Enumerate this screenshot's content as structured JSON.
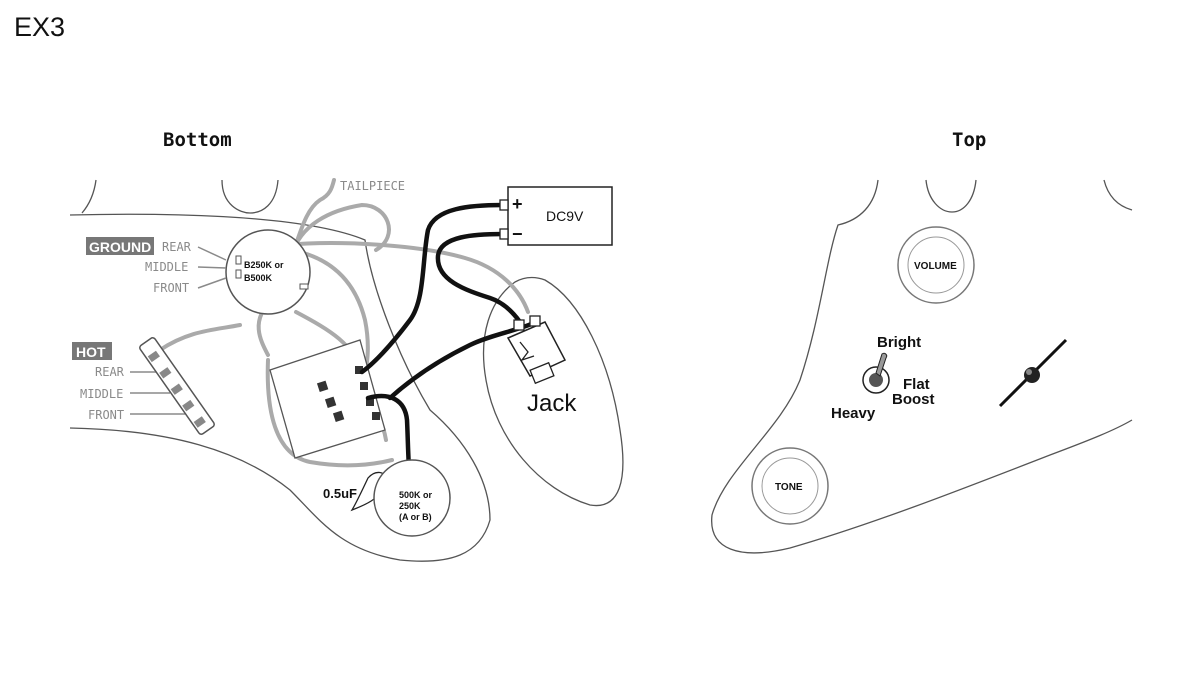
{
  "title": "EX3",
  "bottom_view": {
    "heading": "Bottom",
    "tailpiece_label": "TAILPIECE",
    "ground_badge": "GROUND",
    "ground_rows": [
      "REAR",
      "MIDDLE",
      "FRONT"
    ],
    "hot_badge": "HOT",
    "hot_rows": [
      "REAR",
      "MIDDLE",
      "FRONT"
    ],
    "volume_pot": [
      "B250K or",
      "B500K"
    ],
    "tone_pot": [
      "500K or",
      "250K",
      "(A or B)"
    ],
    "capacitor": "0.5uF",
    "battery": {
      "label": "DC9V",
      "plus": "+",
      "minus": "−"
    },
    "jack": "Jack"
  },
  "top_view": {
    "heading": "Top",
    "volume_knob": "VOLUME",
    "tone_knob": "TONE",
    "switch_labels": {
      "bright": "Bright",
      "flat": "Flat",
      "boost": "Boost",
      "heavy": "Heavy"
    }
  },
  "colors": {
    "ground_badge": "#777777",
    "wire_gray": "#aaaaaa",
    "wire_black": "#111111"
  }
}
